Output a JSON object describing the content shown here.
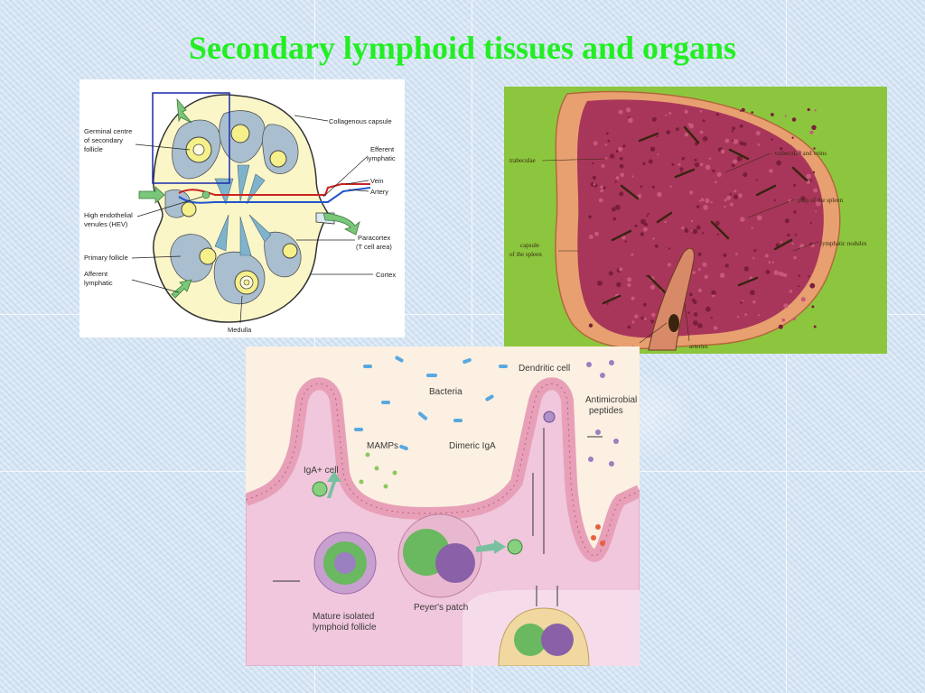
{
  "slide": {
    "title": "Secondary lymphoid tissues and organs"
  },
  "lymph_node": {
    "labels": {
      "germinal": [
        "Germinal centre",
        "of secondary",
        "follicle"
      ],
      "capsule": "Collagenous capsule",
      "efferent": [
        "Efferent",
        "lymphatic"
      ],
      "vein": "Vein",
      "artery": "Artery",
      "hev": [
        "High endothelial",
        "venules (HEV)"
      ],
      "primary": "Primary follicle",
      "afferent": [
        "Afferent",
        "lymphatic"
      ],
      "paracortex": [
        "Paracortex",
        "(T cell area)"
      ],
      "cortex": "Cortex",
      "medulla": "Medulla"
    },
    "colors": {
      "vein": "#2255cc",
      "artery": "#cc2222",
      "arrow": "#7ac67a"
    }
  },
  "spleen": {
    "labels": {
      "trabeculae": "trabeculae",
      "trabeculae_veins": "trabeculae and veins",
      "pulp": "pulp of the spleen",
      "nodules": "lymphatic nodules",
      "capsule": [
        "capsule",
        "of the spleen"
      ],
      "vein": "vein",
      "arteries": "arteries"
    },
    "colors": {
      "pulp": "#a8365a",
      "capsule": "#e8a070"
    }
  },
  "gut": {
    "labels": {
      "bacteria": "Bacteria",
      "dendritic": "Dendritic cell",
      "antimicrobial": [
        "Antimicrobial",
        "peptides"
      ],
      "mamps": "MAMPs",
      "dimeric": "Dimeric IgA",
      "iga_cell": "IgA+ cell",
      "mature": [
        "Mature isolated",
        "lymphoid follicle"
      ],
      "peyers": "Peyer's patch"
    }
  }
}
